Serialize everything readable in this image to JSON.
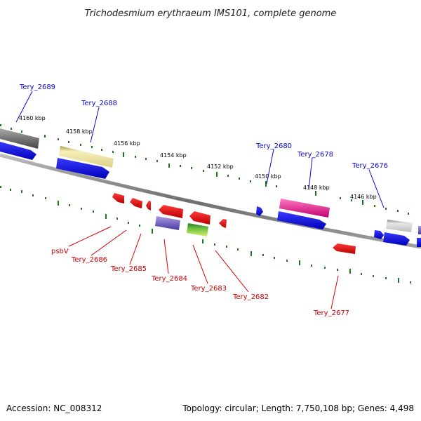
{
  "title": "Trichodesmium erythraeum IMS101, complete genome",
  "footer": {
    "accession": "Accession: NC_008312",
    "summary": "Topology: circular; Length: 7,750,108 bp; Genes: 4,498"
  },
  "scale_labels": [
    "4160 kbp",
    "4158 kbp",
    "4156 kbp",
    "4154 kbp",
    "4152 kbp",
    "4150 kbp",
    "4148 kbp",
    "4146 kbp"
  ],
  "forward_labels": [
    "Tery_2689",
    "Tery_2688",
    "Tery_2680",
    "Tery_2678",
    "Tery_2676"
  ],
  "reverse_labels": [
    "psbV",
    "Tery_2686",
    "Tery_2685",
    "Tery_2684",
    "Tery_2683",
    "Tery_2682",
    "Tery_2677"
  ],
  "colors": {
    "forward_cds": "#0000ee",
    "reverse_cds": "#ee0000",
    "backbone": "#808080",
    "tick": "#1a7a1a",
    "label_forward": "#0a0acd",
    "label_reverse": "#d10000",
    "feature_gray": "#888888",
    "feature_yellow": "#e8dc9a",
    "feature_pink": "#e0208a",
    "feature_purple": "#7a6ac8",
    "feature_green": "#5aa83a",
    "feature_lightgray": "#bbbbbb"
  }
}
